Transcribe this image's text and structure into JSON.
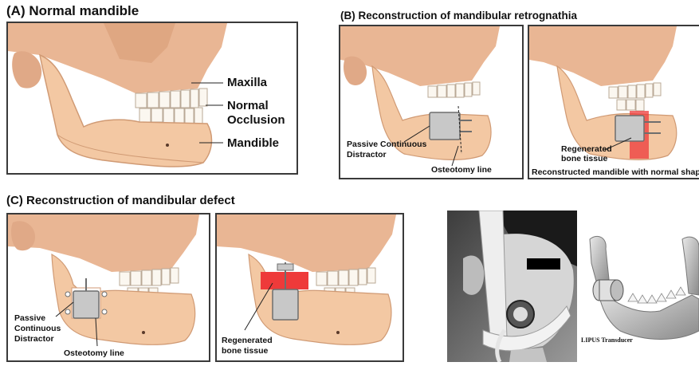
{
  "panel_a": {
    "title": "(A) Normal mandible",
    "labels": {
      "maxilla": "Maxilla",
      "occlusion_1": "Normal",
      "occlusion_2": "Occlusion",
      "mandible": "Mandible"
    }
  },
  "panel_b": {
    "title": "(B) Reconstruction of mandibular retrognathia",
    "labels": {
      "distractor_1": "Passive Continuous",
      "distractor_2": "Distractor",
      "osteotomy": "Osteotomy line",
      "regenerated_1": "Regenerated",
      "regenerated_2": "bone tissue",
      "reconstructed": "Reconstructed mandible with normal shap"
    }
  },
  "panel_c": {
    "title": "(C) Reconstruction of mandibular defect",
    "labels": {
      "distractor_1": "Passive",
      "distractor_2": "Continuous",
      "distractor_3": "Distractor",
      "osteotomy": "Osteotomy line",
      "regenerated_1": "Regenerated",
      "regenerated_2": "bone tissue"
    }
  },
  "panel_d": {
    "labels": {
      "transducer": "LIPUS Transducer"
    }
  },
  "colors": {
    "bone": "#f1c39c",
    "bone_shadow": "#d99a6e",
    "skull": "#e8b390",
    "regen": "#ee3a3a",
    "frame": "#3a3a3a"
  }
}
